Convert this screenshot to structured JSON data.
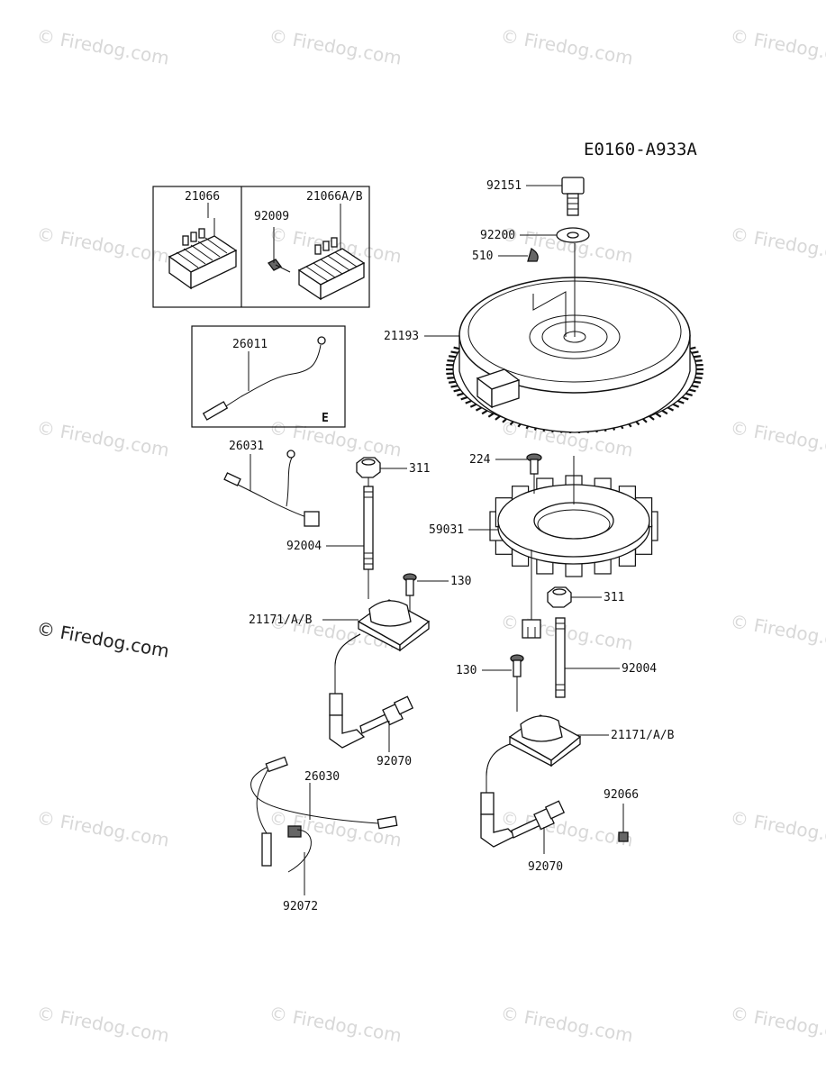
{
  "diagram_code": "E0160-A933A",
  "watermark": {
    "text": "© Firedog.com",
    "icon": "copyright-icon"
  },
  "box_labels": {
    "ignition_lead_box": "E"
  },
  "parts": [
    {
      "id": "p21066",
      "number": "21066"
    },
    {
      "id": "p92009",
      "number": "92009"
    },
    {
      "id": "p21066ab",
      "number": "21066A/B"
    },
    {
      "id": "p92151",
      "number": "92151"
    },
    {
      "id": "p92200",
      "number": "92200"
    },
    {
      "id": "p510",
      "number": "510"
    },
    {
      "id": "p21193",
      "number": "21193"
    },
    {
      "id": "p26011",
      "number": "26011"
    },
    {
      "id": "p26031",
      "number": "26031"
    },
    {
      "id": "p311a",
      "number": "311"
    },
    {
      "id": "p224",
      "number": "224"
    },
    {
      "id": "p59031",
      "number": "59031"
    },
    {
      "id": "p92004a",
      "number": "92004"
    },
    {
      "id": "p130a",
      "number": "130"
    },
    {
      "id": "p21171a",
      "number": "21171/A/B"
    },
    {
      "id": "p311b",
      "number": "311"
    },
    {
      "id": "p130b",
      "number": "130"
    },
    {
      "id": "p92004b",
      "number": "92004"
    },
    {
      "id": "p92070a",
      "number": "92070"
    },
    {
      "id": "p21171b",
      "number": "21171/A/B"
    },
    {
      "id": "p26030",
      "number": "26030"
    },
    {
      "id": "p92066",
      "number": "92066"
    },
    {
      "id": "p92070b",
      "number": "92070"
    },
    {
      "id": "p92072",
      "number": "92072"
    }
  ]
}
